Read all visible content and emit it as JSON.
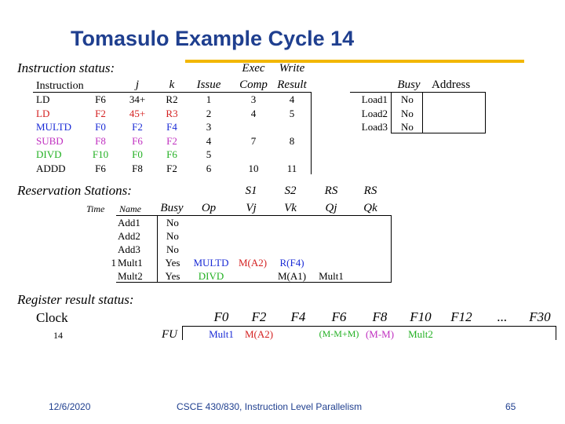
{
  "slide": {
    "title": "Tomasulo Example Cycle 14"
  },
  "colors": {
    "title": "#1f3f8f",
    "rule": "#f2b700",
    "red": "#d42020",
    "blue": "#1a2bd6",
    "magenta": "#c030c0",
    "green": "#22b022"
  },
  "instruction_status": {
    "heading": "Instruction status:",
    "headers": {
      "instruction": "Instruction",
      "j": "j",
      "k": "k",
      "issue": "Issue",
      "exec_top": "Exec",
      "exec_bottom": "Comp",
      "write_top": "Write",
      "write_bottom": "Result"
    },
    "rows": [
      {
        "op": "LD",
        "dest": "F6",
        "j": "34+",
        "k": "R2",
        "issue": "1",
        "exec": "3",
        "write": "4",
        "color": "#000000"
      },
      {
        "op": "LD",
        "dest": "F2",
        "j": "45+",
        "k": "R3",
        "issue": "2",
        "exec": "4",
        "write": "5",
        "color": "#d42020"
      },
      {
        "op": "MULTD",
        "dest": "F0",
        "j": "F2",
        "k": "F4",
        "issue": "3",
        "exec": "",
        "write": "",
        "color": "#1a2bd6"
      },
      {
        "op": "SUBD",
        "dest": "F8",
        "j": "F6",
        "k": "F2",
        "issue": "4",
        "exec": "7",
        "write": "8",
        "color": "#c030c0"
      },
      {
        "op": "DIVD",
        "dest": "F10",
        "j": "F0",
        "k": "F6",
        "issue": "5",
        "exec": "",
        "write": "",
        "color": "#22b022"
      },
      {
        "op": "ADDD",
        "dest": "F6",
        "j": "F8",
        "k": "F2",
        "issue": "6",
        "exec": "10",
        "write": "11",
        "color": "#000000"
      }
    ]
  },
  "load_buffers": {
    "headers": {
      "busy": "Busy",
      "address": "Address"
    },
    "rows": [
      {
        "name": "Load1",
        "busy": "No",
        "address": ""
      },
      {
        "name": "Load2",
        "busy": "No",
        "address": ""
      },
      {
        "name": "Load3",
        "busy": "No",
        "address": ""
      }
    ]
  },
  "reservation_stations": {
    "heading": "Reservation Stations:",
    "headers": {
      "time": "Time",
      "name": "Name",
      "busy": "Busy",
      "op": "Op",
      "s1_top": "S1",
      "s1_bottom": "Vj",
      "s2_top": "S2",
      "s2_bottom": "Vk",
      "rs_top1": "RS",
      "qj": "Qj",
      "rs_top2": "RS",
      "qk": "Qk"
    },
    "rows": [
      {
        "time": "",
        "name": "Add1",
        "busy": "No",
        "op": "",
        "vj": "",
        "vk": "",
        "qj": "",
        "qk": ""
      },
      {
        "time": "",
        "name": "Add2",
        "busy": "No",
        "op": "",
        "vj": "",
        "vk": "",
        "qj": "",
        "qk": ""
      },
      {
        "time": "",
        "name": "Add3",
        "busy": "No",
        "op": "",
        "vj": "",
        "vk": "",
        "qj": "",
        "qk": ""
      },
      {
        "time": "1",
        "name": "Mult1",
        "busy": "Yes",
        "op": "MULTD",
        "vj": "M(A2)",
        "vk": "R(F4)",
        "qj": "",
        "qk": ""
      },
      {
        "time": "",
        "name": "Mult2",
        "busy": "Yes",
        "op": "DIVD",
        "vj": "",
        "vk": "M(A1)",
        "qj": "Mult1",
        "qk": ""
      }
    ]
  },
  "register_status": {
    "heading": "Register result status:",
    "clock_label": "Clock",
    "clock_value": "14",
    "fu_label": "FU",
    "registers": [
      "F0",
      "F2",
      "F4",
      "F6",
      "F8",
      "F10",
      "F12",
      "...",
      "F30"
    ],
    "values": [
      {
        "text": "Mult1",
        "color": "#1a2bd6"
      },
      {
        "text": "M(A2)",
        "color": "#d42020"
      },
      {
        "text": "",
        "color": "#000000"
      },
      {
        "text": "(M-M+M)",
        "color": "#22b022"
      },
      {
        "text": "(M-M)",
        "color": "#c030c0"
      },
      {
        "text": "Mult2",
        "color": "#22b022"
      },
      {
        "text": "",
        "color": "#000000"
      },
      {
        "text": "",
        "color": "#000000"
      },
      {
        "text": "",
        "color": "#000000"
      }
    ]
  },
  "footer": {
    "date": "12/6/2020",
    "course": "CSCE 430/830, Instruction Level Parallelism",
    "page": "65"
  }
}
